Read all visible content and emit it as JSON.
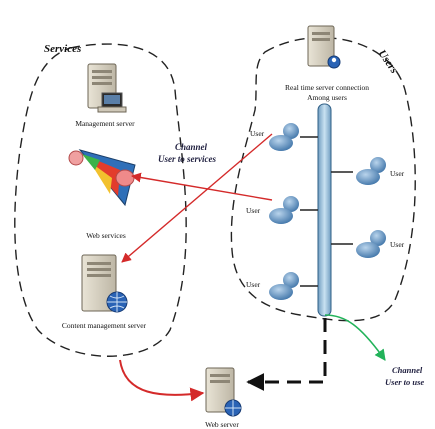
{
  "groups": {
    "services": "Services",
    "users": "Users"
  },
  "nodes": {
    "management_server": "Management server",
    "web_services": "Web services",
    "content_server": "Content management server",
    "realtime_line1": "Real time server connection",
    "realtime_line2": "Among users",
    "web_server": "Web server"
  },
  "users": {
    "left_top": "User",
    "left_mid": "User",
    "left_bottom": "User",
    "right_top": "User",
    "right_bottom": "User"
  },
  "channels": {
    "user_to_services_line1": "Channel",
    "user_to_services_line2": "User to services",
    "user_to_use_line1": "Channel",
    "user_to_use_line2": "User to use"
  },
  "colors": {
    "red_arrow": "#d42a2a",
    "green_arrow": "#22b35a",
    "bus": "#9ec6e0",
    "user": "#6f9fc9"
  }
}
